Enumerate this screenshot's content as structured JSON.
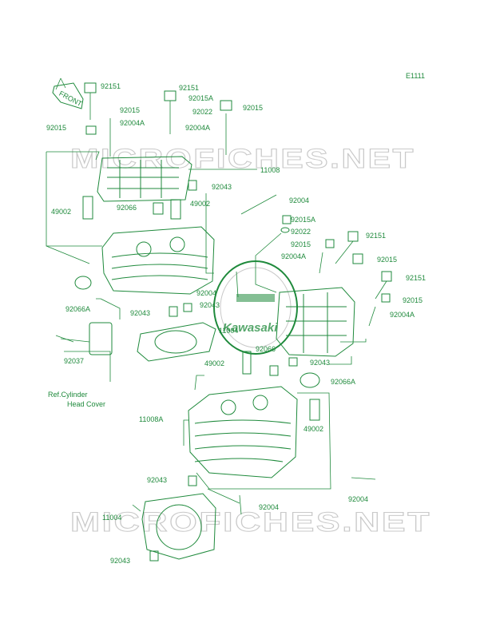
{
  "diagram_id": "E1111",
  "front_arrow_label": "FRONT",
  "watermark_text": "MICROFICHES.NET",
  "logo_text": "Kawasaki",
  "ref_note": [
    "Ref.Cylinder",
    "Head Cover"
  ],
  "accent_color": "#1f8a3c",
  "labels": {
    "l01": "92151",
    "l02": "92151",
    "l03": "92015",
    "l04": "92015A",
    "l05": "92015",
    "l06": "92004A",
    "l07": "92022",
    "l08": "92015",
    "l09": "92004A",
    "l10": "11008",
    "l11": "92043",
    "l12": "92004",
    "l13": "49002",
    "l14": "92066",
    "l15": "49002",
    "l16": "92015A",
    "l17": "92022",
    "l18": "92151",
    "l19": "92015",
    "l20": "92004A",
    "l21": "92015",
    "l22": "92066A",
    "l23": "92151",
    "l24": "92004",
    "l25": "92015",
    "l26": "92043",
    "l27": "92043",
    "l28": "92004A",
    "l29": "11004",
    "l30": "92037",
    "l31": "92066",
    "l32": "49002",
    "l33": "92043",
    "l34": "92066A",
    "l35": "11008A",
    "l36": "49002",
    "l37": "92043",
    "l38": "92004",
    "l39": "92004",
    "l40": "11004",
    "l41": "92043"
  }
}
